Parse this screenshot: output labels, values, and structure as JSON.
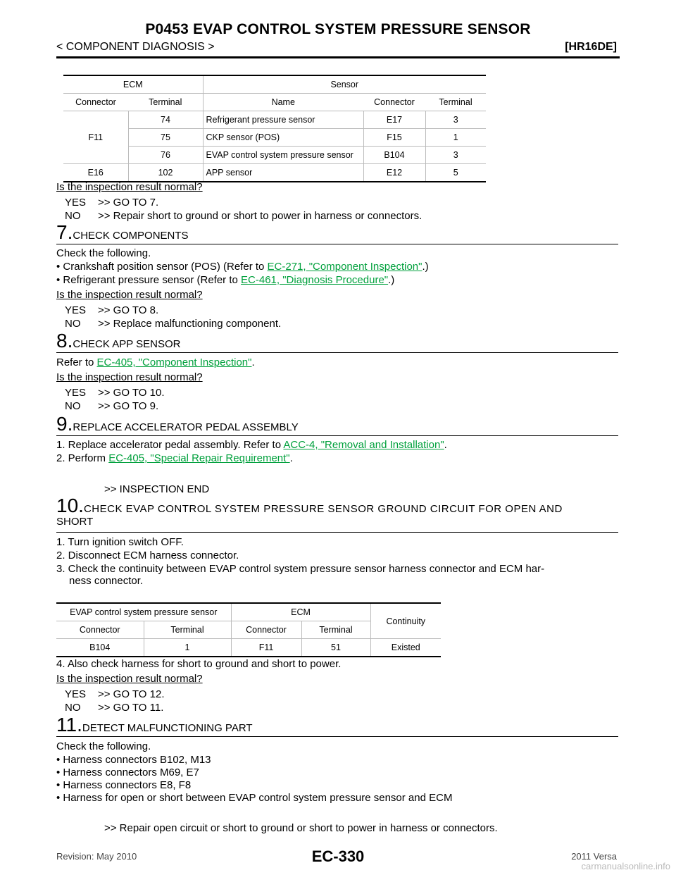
{
  "header": {
    "title": "P0453 EVAP CONTROL SYSTEM PRESSURE SENSOR",
    "section": "< COMPONENT DIAGNOSIS >",
    "model": "[HR16DE]"
  },
  "table1": {
    "group_ecm": "ECM",
    "group_sensor": "Sensor",
    "headers": [
      "Connector",
      "Terminal",
      "Name",
      "Connector",
      "Terminal"
    ],
    "rows": [
      {
        "connector": "F11",
        "terminal": "74",
        "name": "Refrigerant pressure sensor",
        "s_connector": "E17",
        "s_terminal": "3"
      },
      {
        "connector": "",
        "terminal": "75",
        "name": "CKP sensor (POS)",
        "s_connector": "F15",
        "s_terminal": "1"
      },
      {
        "connector": "",
        "terminal": "76",
        "name": "EVAP control system pressure sensor",
        "s_connector": "B104",
        "s_terminal": "3"
      },
      {
        "connector": "E16",
        "terminal": "102",
        "name": "APP sensor",
        "s_connector": "E12",
        "s_terminal": "5"
      }
    ]
  },
  "question": "Is the inspection result normal?",
  "yes_label": "YES",
  "no_label": "NO",
  "block6": {
    "yes": ">> GO TO 7.",
    "no": ">> Repair short to ground or short to power in harness or connectors."
  },
  "step7": {
    "num": "7.",
    "title": "CHECK COMPONENTS",
    "intro": "Check the following.",
    "b1_pre": "• Crankshaft position sensor (POS) (Refer to ",
    "b1_link": "EC-271, \"Component Inspection\"",
    "b1_post": ".)",
    "b2_pre": "• Refrigerant pressure sensor (Refer to ",
    "b2_link": "EC-461, \"Diagnosis Procedure\"",
    "b2_post": ".)",
    "yes": ">> GO TO 8.",
    "no": ">> Replace malfunctioning component."
  },
  "step8": {
    "num": "8.",
    "title": "CHECK APP SENSOR",
    "ref_pre": "Refer to ",
    "ref_link": "EC-405, \"Component Inspection\"",
    "ref_post": ".",
    "yes": ">> GO TO 10.",
    "no": ">> GO TO 9."
  },
  "step9": {
    "num": "9.",
    "title": "REPLACE ACCELERATOR PEDAL ASSEMBLY",
    "l1_pre": "1. Replace accelerator pedal assembly. Refer to ",
    "l1_link": "ACC-4, \"Removal and Installation\"",
    "l1_post": ".",
    "l2_pre": "2. Perform ",
    "l2_link": "EC-405, \"Special Repair Requirement\"",
    "l2_post": ".",
    "end": ">> INSPECTION END"
  },
  "step10": {
    "num": "10.",
    "title_l1": "CHECK EVAP CONTROL SYSTEM PRESSURE SENSOR GROUND CIRCUIT FOR OPEN AND",
    "title_l2": "SHORT",
    "l1": "1. Turn ignition switch OFF.",
    "l2": "2. Disconnect ECM harness connector.",
    "l3a": "3. Check the continuity between EVAP control system pressure sensor harness connector and ECM har-",
    "l3b": "ness connector.",
    "l4": "4. Also check harness for short to ground and short to power.",
    "yes": ">> GO TO 12.",
    "no": ">> GO TO 11."
  },
  "table2": {
    "group_sensor": "EVAP control system pressure sensor",
    "group_ecm": "ECM",
    "continuity": "Continuity",
    "headers": [
      "Connector",
      "Terminal",
      "Connector",
      "Terminal"
    ],
    "row": {
      "s_connector": "B104",
      "s_terminal": "1",
      "e_connector": "F11",
      "e_terminal": "51",
      "continuity": "Existed"
    }
  },
  "step11": {
    "num": "11.",
    "title": "DETECT MALFUNCTIONING PART",
    "intro": "Check the following.",
    "b1": "• Harness connectors B102, M13",
    "b2": "• Harness connectors M69, E7",
    "b3": "• Harness connectors E8, F8",
    "b4": "• Harness for open or short between EVAP control system pressure sensor and ECM",
    "end": ">> Repair open circuit or short to ground or short to power in harness or connectors."
  },
  "footer": {
    "revision": "Revision: May 2010",
    "page": "EC-330",
    "model_year": "2011 Versa",
    "watermark": "carmanualsonline.info"
  }
}
